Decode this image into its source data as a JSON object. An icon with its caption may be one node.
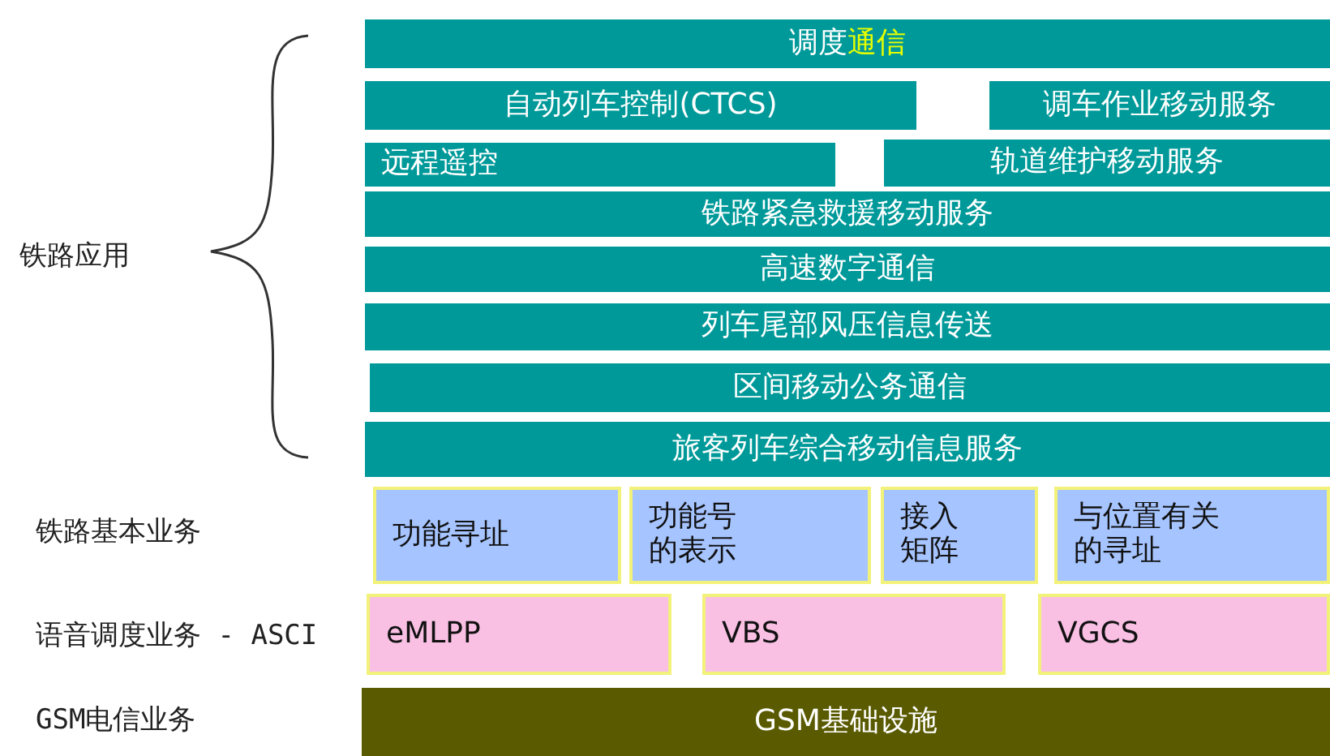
{
  "diagram": {
    "nodes": [
      {
        "text": [
          "调度",
          "通信"
        ]
      },
      {
        "text": [
          "自动列车控制(CTCS)"
        ]
      },
      {
        "text": [
          "调车作业移动服务"
        ]
      },
      {
        "text": [
          "远程遥控"
        ]
      },
      {
        "text": [
          "轨道维护移动服务"
        ]
      },
      {
        "text": [
          "铁路紧急救援移动服务"
        ]
      },
      {
        "text": [
          "高速数字通信"
        ]
      },
      {
        "text": [
          "列车尾部风压信息传送"
        ]
      },
      {
        "text": [
          "区间移动公务通信"
        ]
      },
      {
        "text": [
          "旅客列车综合移动信息服务"
        ]
      },
      {
        "text": [
          "功能寻址"
        ]
      },
      {
        "text": [
          "功能号的表示"
        ]
      },
      {
        "text": [
          "接入矩阵"
        ]
      },
      {
        "text": [
          "与位置有关的寻址"
        ]
      },
      {
        "text": [
          "eMLPP"
        ]
      },
      {
        "text": [
          "VBS"
        ]
      },
      {
        "text": [
          "VGCS"
        ]
      },
      {
        "text": [
          "GSM基础设施"
        ]
      }
    ],
    "labels": [
      "铁路应用",
      "铁路基本业务",
      "语音调度业务 - ASCI",
      "GSM电信业务"
    ]
  }
}
